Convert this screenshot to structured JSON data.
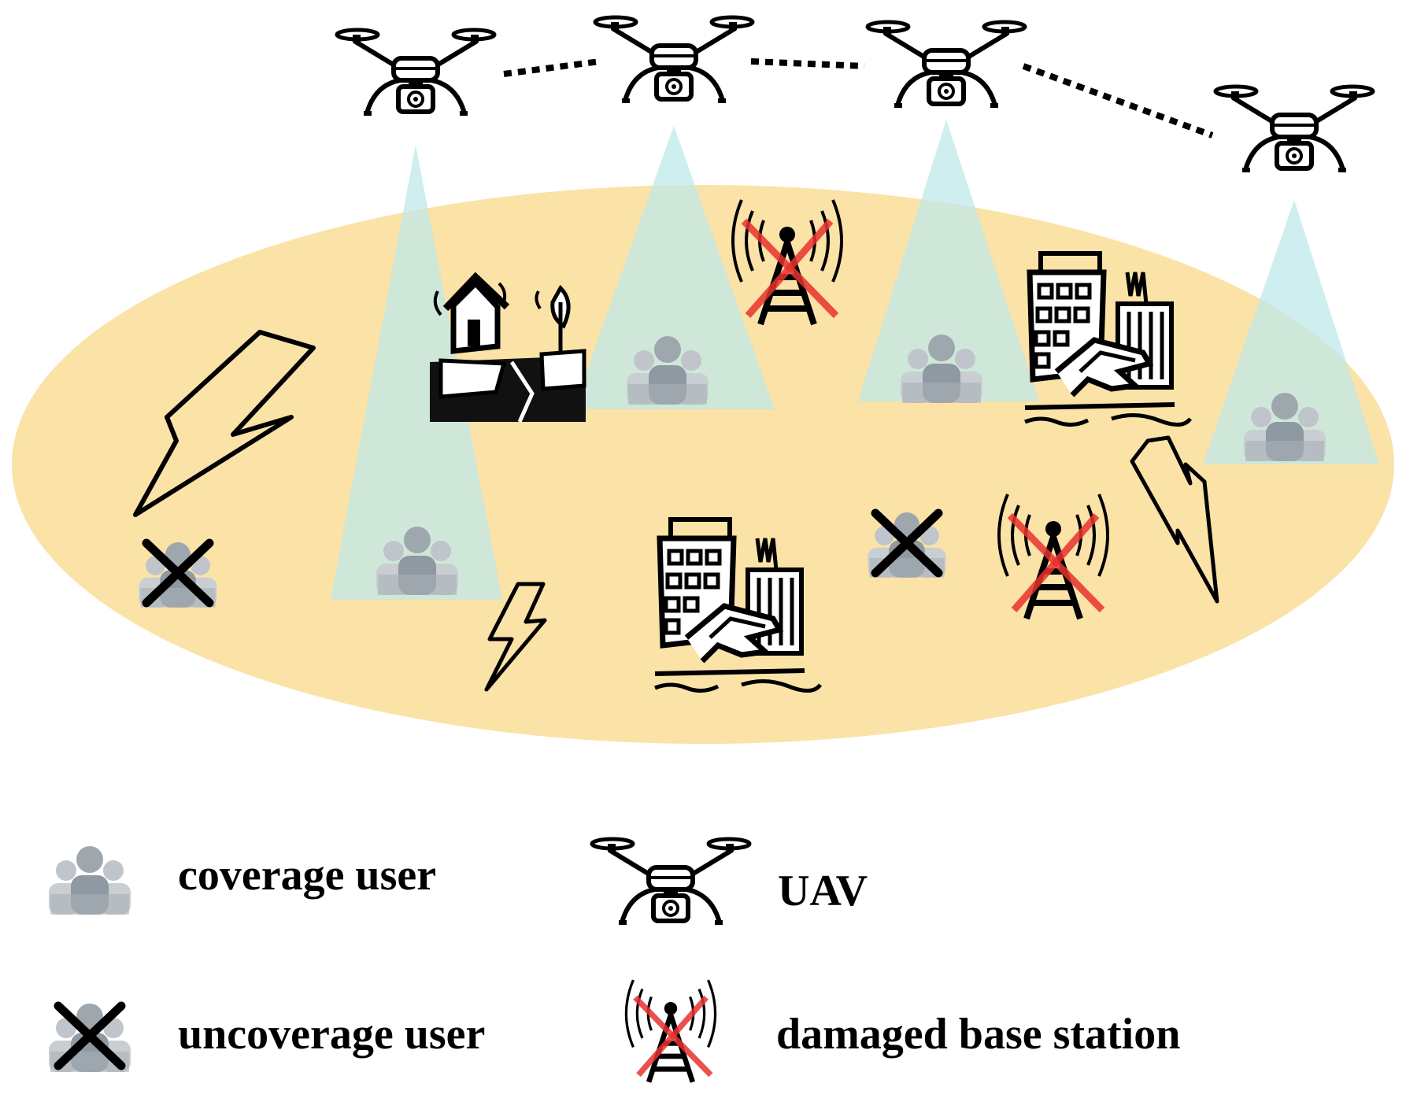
{
  "legend": {
    "coverage_user": "coverage user",
    "uncoverage_user": "uncoverage user",
    "uav": "UAV",
    "damaged_base_station": "damaged base station"
  },
  "colors": {
    "disaster_area": "#fbe0a2",
    "coverage_beam": "#bfe8ea",
    "damage_cross": "#e8322e",
    "user_group": "#9aa4ac"
  },
  "icons": [
    "uav-icon",
    "user-group-icon",
    "damaged-base-station-icon",
    "lightning-icon",
    "collapsed-building-icon",
    "earthquake-house-icon"
  ]
}
